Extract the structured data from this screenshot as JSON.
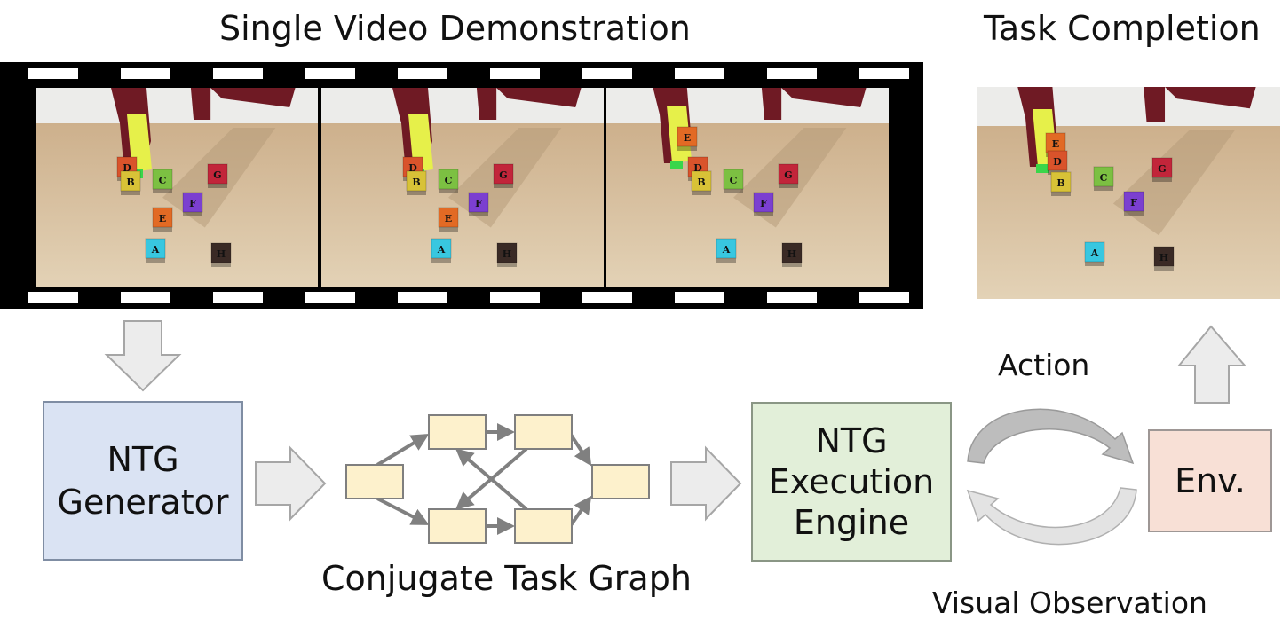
{
  "titles": {
    "demo": "Single Video Demonstration",
    "completion": "Task Completion"
  },
  "boxes": {
    "generator": [
      "NTG",
      "Generator"
    ],
    "engine": [
      "NTG",
      "Execution",
      "Engine"
    ],
    "env": "Env."
  },
  "labels": {
    "graph": "Conjugate Task Graph",
    "action": "Action",
    "observation": "Visual Observation"
  },
  "frames": [
    {
      "blocks": [
        {
          "t": "D",
          "c": "#d9532b"
        },
        {
          "t": "B",
          "c": "#d8c237"
        },
        {
          "t": "C",
          "c": "#7cc042"
        },
        {
          "t": "G",
          "c": "#c2253a"
        },
        {
          "t": "F",
          "c": "#7b3fd0"
        },
        {
          "t": "E",
          "c": "#e26a24"
        },
        {
          "t": "A",
          "c": "#38c7e0"
        },
        {
          "t": "H",
          "c": "#3a2a25"
        }
      ]
    },
    {
      "blocks": [
        {
          "t": "D",
          "c": "#d9532b"
        },
        {
          "t": "B",
          "c": "#d8c237"
        },
        {
          "t": "C",
          "c": "#7cc042"
        },
        {
          "t": "G",
          "c": "#c2253a"
        },
        {
          "t": "F",
          "c": "#7b3fd0"
        },
        {
          "t": "E",
          "c": "#e26a24"
        },
        {
          "t": "A",
          "c": "#38c7e0"
        },
        {
          "t": "H",
          "c": "#3a2a25"
        }
      ]
    },
    {
      "blocks": [
        {
          "t": "D",
          "c": "#d9532b"
        },
        {
          "t": "B",
          "c": "#d8c237"
        },
        {
          "t": "C",
          "c": "#7cc042"
        },
        {
          "t": "G",
          "c": "#c2253a"
        },
        {
          "t": "F",
          "c": "#7b3fd0"
        },
        {
          "t": "E",
          "c": "#e26a24"
        },
        {
          "t": "A",
          "c": "#38c7e0"
        },
        {
          "t": "H",
          "c": "#3a2a25"
        }
      ]
    }
  ],
  "completion_frame": {
    "blocks": [
      {
        "t": "E",
        "c": "#e26a24"
      },
      {
        "t": "D",
        "c": "#d9532b"
      },
      {
        "t": "B",
        "c": "#d8c237"
      },
      {
        "t": "C",
        "c": "#7cc042"
      },
      {
        "t": "G",
        "c": "#c2253a"
      },
      {
        "t": "F",
        "c": "#7b3fd0"
      },
      {
        "t": "A",
        "c": "#38c7e0"
      },
      {
        "t": "H",
        "c": "#3a2a25"
      }
    ]
  },
  "colors": {
    "generator_fill": "#dae3f3",
    "generator_border": "#7f8da3",
    "engine_fill": "#e2efd9",
    "engine_border": "#8a9685",
    "env_fill": "#f8e0d6",
    "env_border": "#9e9795",
    "node_fill": "#fdf1cc",
    "node_border": "#7f7f7f",
    "arrow_fill": "#ececec",
    "arrow_border": "#a6a6a6",
    "table": "#d6bf9e",
    "robot": "#6f1a24",
    "gripper": "#e6f04a"
  }
}
